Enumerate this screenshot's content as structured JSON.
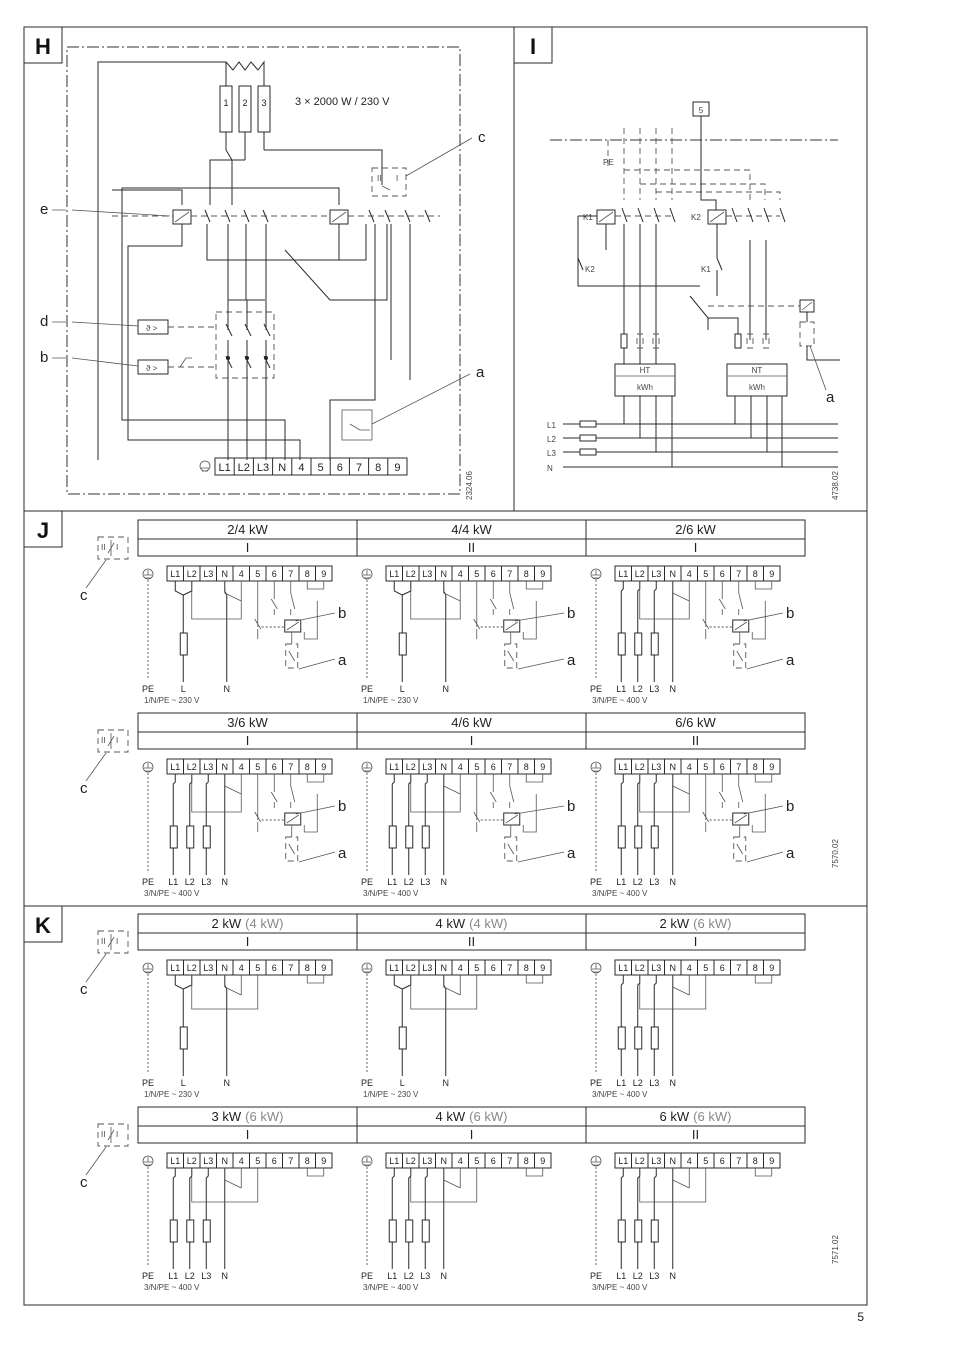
{
  "sections": {
    "H": {
      "letter": "H",
      "heater_numbers": [
        "1",
        "2",
        "3"
      ],
      "power_rating": "3 × 2000 W / 230 V",
      "callouts": [
        "a",
        "b",
        "c",
        "d",
        "e"
      ],
      "switch_labels": [
        "II",
        "I"
      ],
      "terminals": [
        "L1",
        "L2",
        "L3",
        "N",
        "4",
        "5",
        "6",
        "7",
        "8",
        "9"
      ],
      "doc_code": "2324.06"
    },
    "I": {
      "letter": "I",
      "top_box": "5",
      "pe_label": "PE",
      "relays": [
        "K1",
        "K2"
      ],
      "contacts": [
        "K2",
        "K1"
      ],
      "meters": [
        {
          "name": "HT",
          "unit": "kWh"
        },
        {
          "name": "NT",
          "unit": "kWh"
        }
      ],
      "lines": [
        "L1",
        "L2",
        "L3",
        "N"
      ],
      "callout": "a",
      "doc_code": "4738.02"
    },
    "J": {
      "letter": "J",
      "doc_code": "7570.02",
      "panels": [
        {
          "power": "2/4 kW",
          "mode": "I",
          "bottom": [
            "PE",
            "L",
            "N"
          ],
          "supply": "1/N/PE ~ 230 V"
        },
        {
          "power": "4/4 kW",
          "mode": "II",
          "bottom": [
            "PE",
            "L",
            "N"
          ],
          "supply": "1/N/PE ~ 230 V"
        },
        {
          "power": "2/6 kW",
          "mode": "I",
          "bottom": [
            "PE",
            "L1",
            "L2",
            "L3",
            "N"
          ],
          "supply": "3/N/PE ~ 400 V"
        },
        {
          "power": "3/6 kW",
          "mode": "I",
          "bottom": [
            "PE",
            "L1",
            "L2",
            "L3",
            "N"
          ],
          "supply": "3/N/PE ~ 400 V"
        },
        {
          "power": "4/6 kW",
          "mode": "I",
          "bottom": [
            "PE",
            "L1",
            "L2",
            "L3",
            "N"
          ],
          "supply": "3/N/PE ~ 400 V"
        },
        {
          "power": "6/6 kW",
          "mode": "II",
          "bottom": [
            "PE",
            "L1",
            "L2",
            "L3",
            "N"
          ],
          "supply": "3/N/PE ~ 400 V"
        }
      ]
    },
    "K": {
      "letter": "K",
      "doc_code": "7571.02",
      "panels": [
        {
          "power": "2 kW",
          "power_alt": "(4 kW)",
          "mode": "I",
          "bottom": [
            "PE",
            "L",
            "N"
          ],
          "supply": "1/N/PE ~ 230 V"
        },
        {
          "power": "4 kW",
          "power_alt": "(4 kW)",
          "mode": "II",
          "bottom": [
            "PE",
            "L",
            "N"
          ],
          "supply": "1/N/PE ~ 230 V"
        },
        {
          "power": "2 kW",
          "power_alt": "(6 kW)",
          "mode": "I",
          "bottom": [
            "PE",
            "L1",
            "L2",
            "L3",
            "N"
          ],
          "supply": "3/N/PE ~ 400 V"
        },
        {
          "power": "3 kW",
          "power_alt": "(6 kW)",
          "mode": "I",
          "bottom": [
            "PE",
            "L1",
            "L2",
            "L3",
            "N"
          ],
          "supply": "3/N/PE ~ 400 V"
        },
        {
          "power": "4 kW",
          "power_alt": "(6 kW)",
          "mode": "I",
          "bottom": [
            "PE",
            "L1",
            "L2",
            "L3",
            "N"
          ],
          "supply": "3/N/PE ~ 400 V"
        },
        {
          "power": "6 kW",
          "power_alt": "(6 kW)",
          "mode": "II",
          "bottom": [
            "PE",
            "L1",
            "L2",
            "L3",
            "N"
          ],
          "supply": "3/N/PE ~ 400 V"
        }
      ]
    }
  },
  "common": {
    "terminal_labels": [
      "L1",
      "L2",
      "L3",
      "N",
      "4",
      "5",
      "6",
      "7",
      "8",
      "9"
    ],
    "switch_labels": [
      "II",
      "I"
    ],
    "callout_a": "a",
    "callout_b": "b",
    "callout_c": "c"
  },
  "page_number": "5"
}
